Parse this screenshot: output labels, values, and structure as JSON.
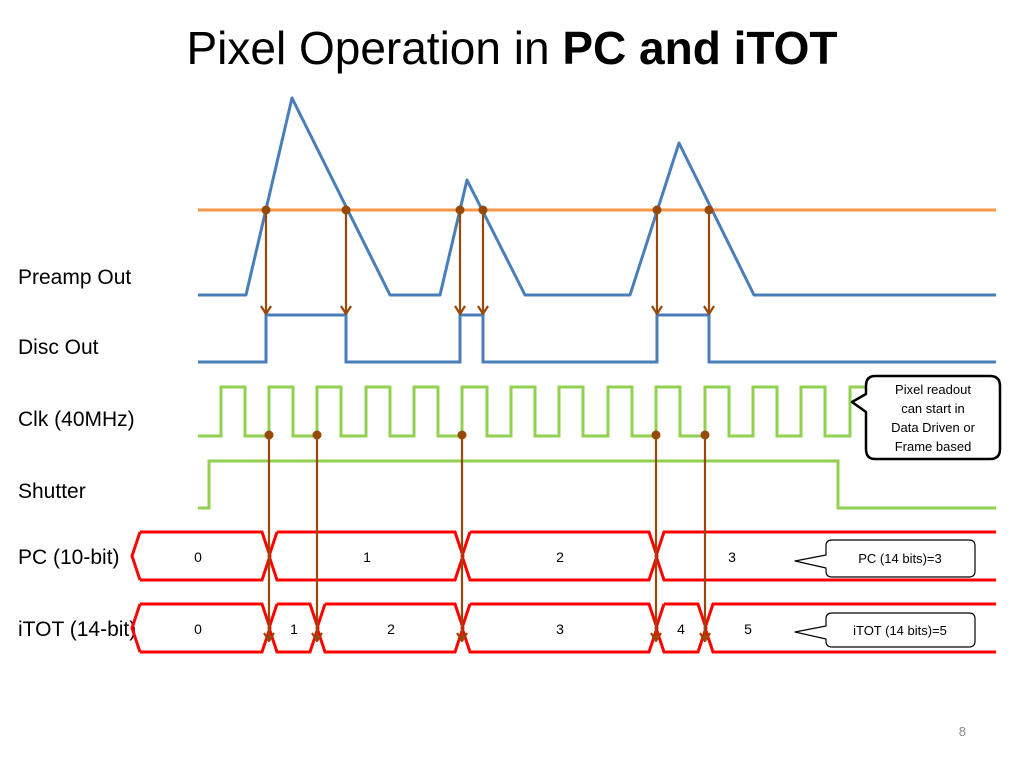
{
  "slide": {
    "title_main": "Pixel Operation in ",
    "title_bold": "PC and iTOT",
    "page_number": "8"
  },
  "signals": {
    "preamp": "Preamp Out",
    "disc": "Disc Out",
    "clk": "Clk (40MHz)",
    "shutter": "Shutter",
    "pc": "PC (10-bit)",
    "itot": "iTOT (14-bit)"
  },
  "pc_counts": [
    "0",
    "1",
    "2",
    "3"
  ],
  "itot_counts": [
    "0",
    "1",
    "2",
    "3",
    "4",
    "5"
  ],
  "callouts": {
    "readout_lines": [
      "Pixel readout",
      "can start in",
      "Data Driven or",
      "Frame based"
    ],
    "pc_result": "PC (14 bits)=3",
    "itot_result": "iTOT (14 bits)=5"
  },
  "colors": {
    "signal_blue": "#4a7ebb",
    "threshold_orange": "#f79646",
    "clock_green": "#92d050",
    "counter_red": "#ff0000",
    "arrow_brown": "#984807"
  }
}
